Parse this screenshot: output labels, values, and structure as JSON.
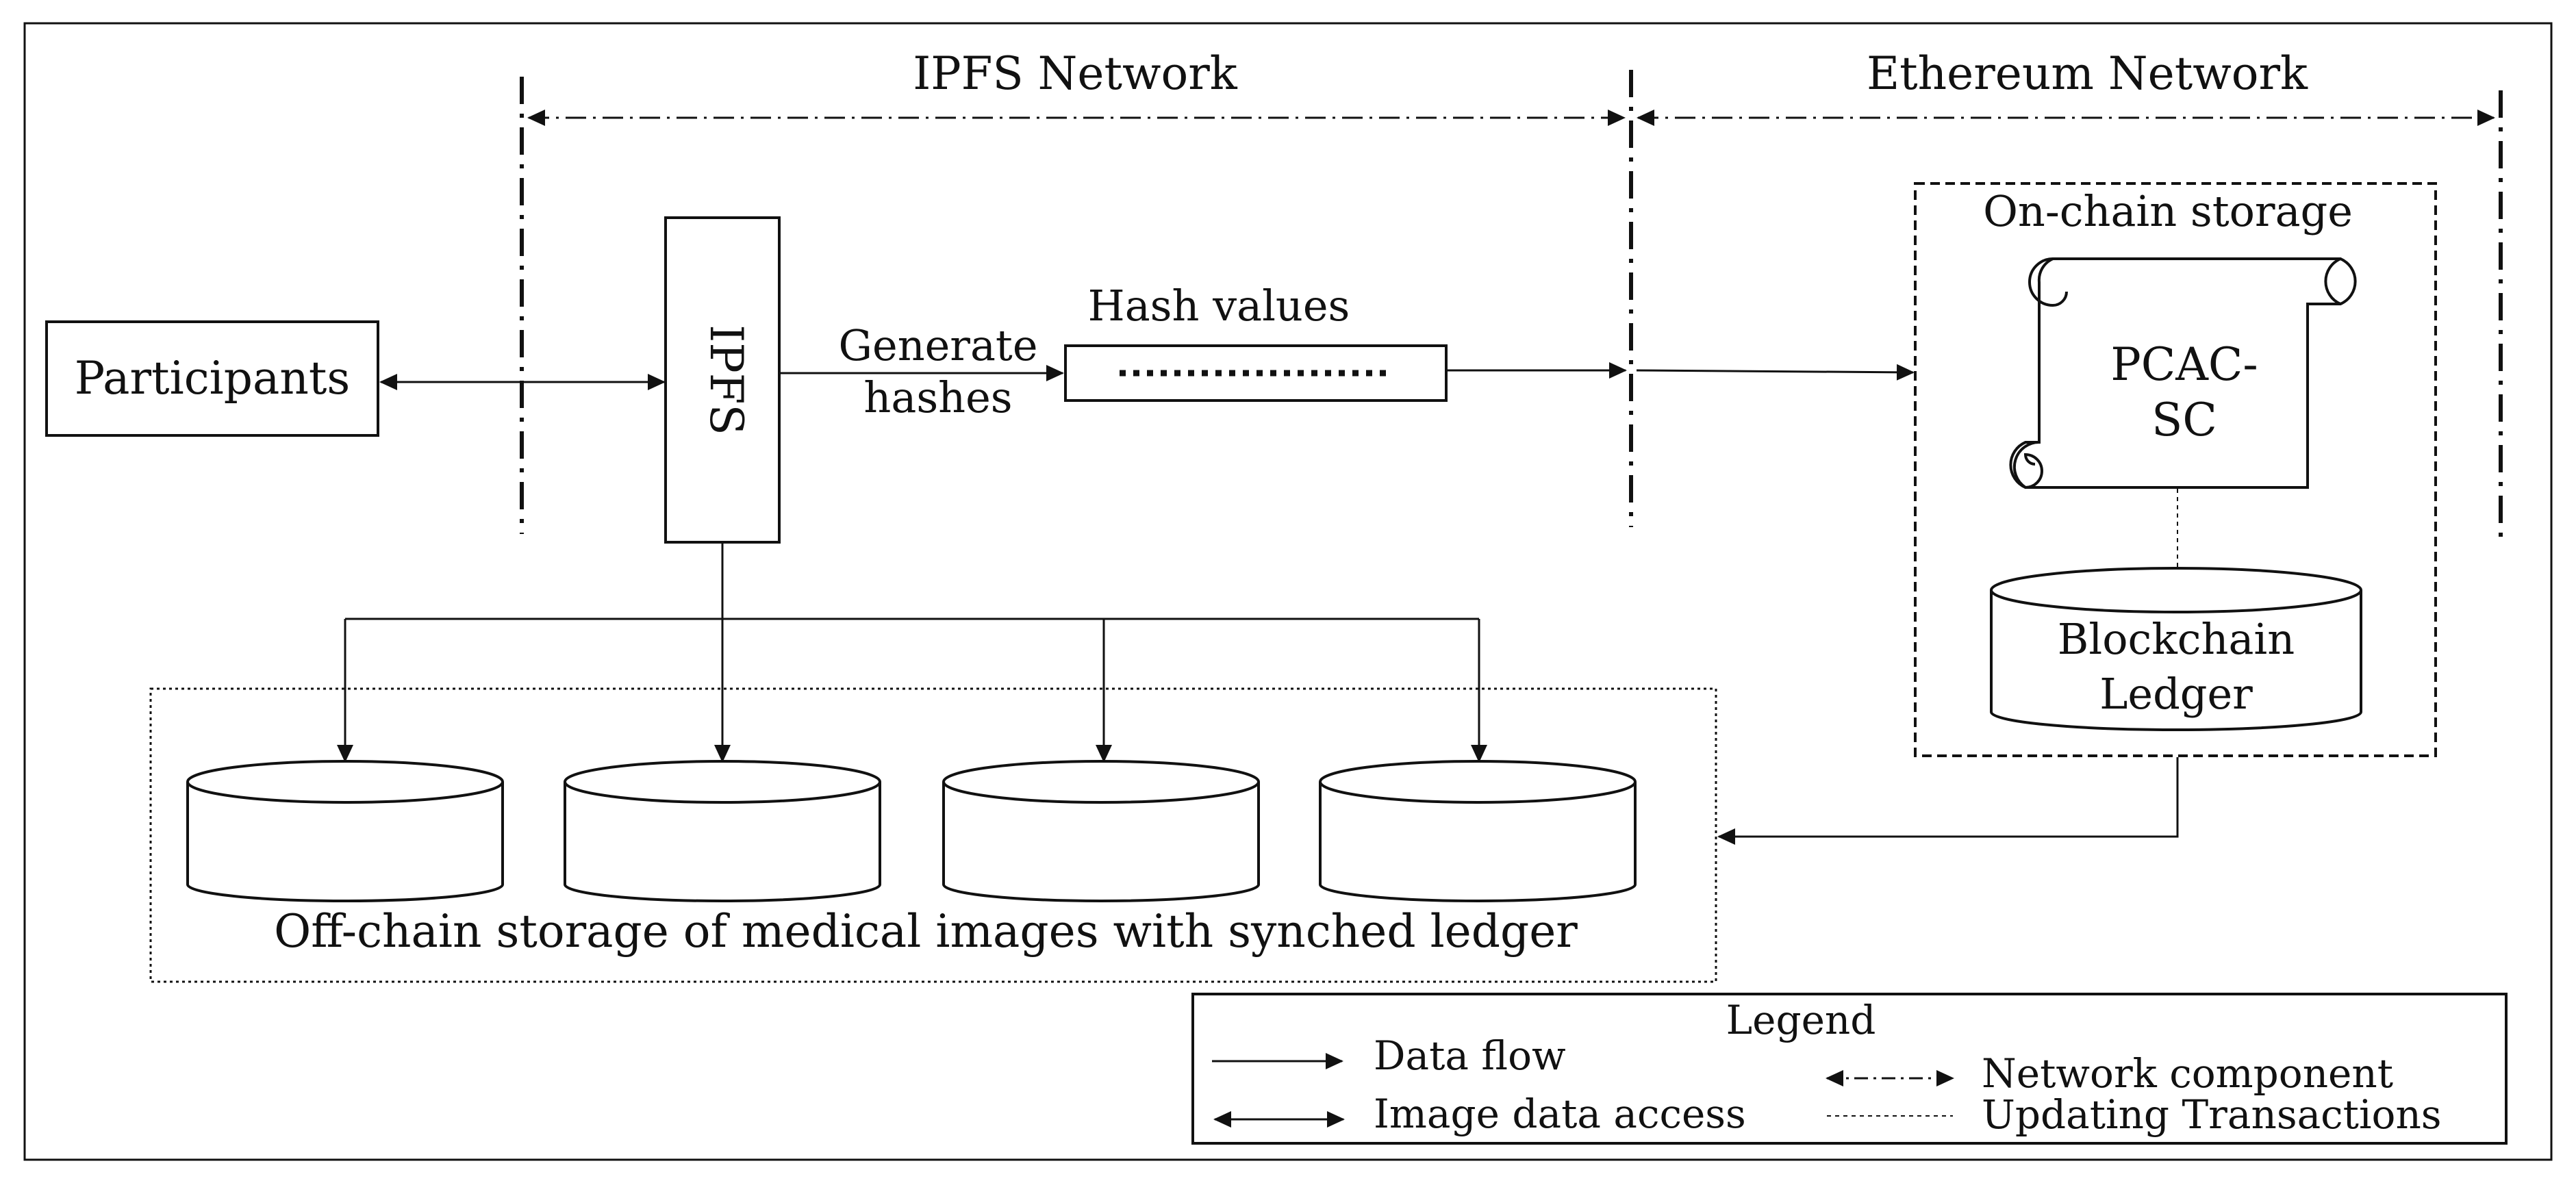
{
  "colors": {
    "stroke": "#111111",
    "text": "#111111",
    "background": "#ffffff"
  },
  "headers": {
    "ipfs_network": "IPFS Network",
    "ethereum_network": "Ethereum Network"
  },
  "nodes": {
    "participants": "Participants",
    "ipfs": "IPFS",
    "generate_hashes_line1": "Generate",
    "generate_hashes_line2": "hashes",
    "hash_values": "Hash values",
    "on_chain_storage": "On-chain storage",
    "smart_contract_line1": "PCAC-",
    "smart_contract_line2": "SC",
    "ledger_line1": "Blockchain",
    "ledger_line2": "Ledger",
    "off_chain_storage": "Off-chain storage of medical images with synched ledger"
  },
  "legend": {
    "title": "Legend",
    "data_flow": "Data flow",
    "image_data_access": "Image data access",
    "network_component": "Network component",
    "updating_transactions": "Updating Transactions"
  }
}
